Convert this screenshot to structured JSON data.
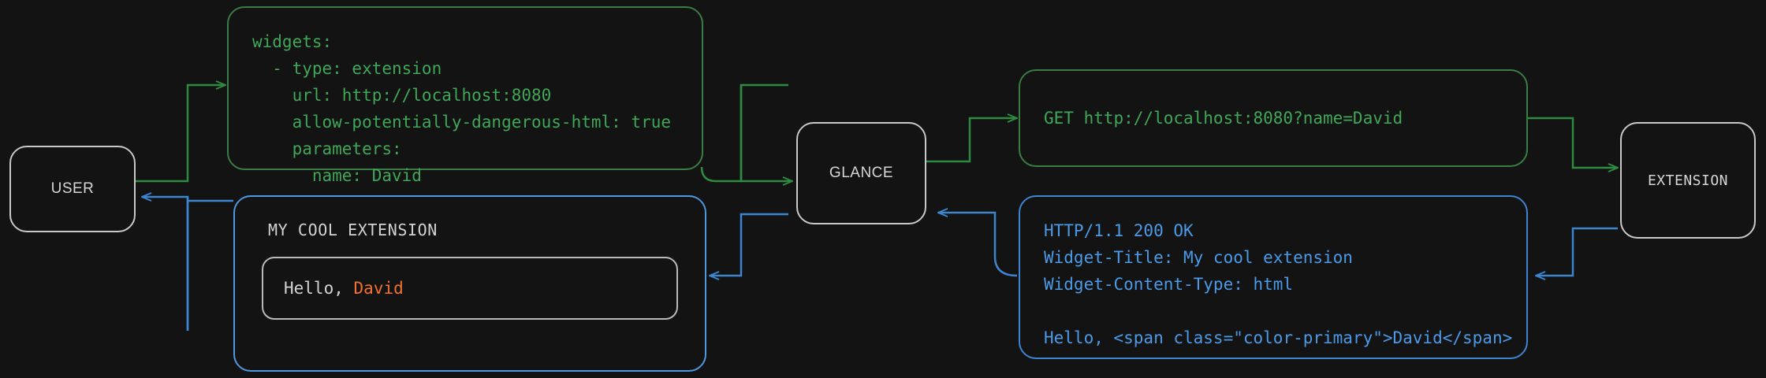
{
  "theme": {
    "background": "#131313",
    "node_border": "#c9c9c9",
    "node_text": "#d6d6d6",
    "green_border": "#3a7d44",
    "green_text": "#3fa758",
    "blue_border": "#3d85d1",
    "blue_text": "#4a9ae8",
    "panel_border": "#4e9ae0",
    "accent_primary": "#f0722c"
  },
  "nodes": {
    "user": {
      "label": "USER"
    },
    "glance": {
      "label": "GLANCE"
    },
    "extension": {
      "label": "EXTENSION"
    }
  },
  "config_block": {
    "text": "widgets:\n  - type: extension\n    url: http://localhost:8080\n    allow-potentially-dangerous-html: true\n    parameters:\n      name: David"
  },
  "request_block": {
    "text": "GET http://localhost:8080?name=David"
  },
  "response_block": {
    "text": "HTTP/1.1 200 OK\nWidget-Title: My cool extension\nWidget-Content-Type: html\n\nHello, <span class=\"color-primary\">David</span>"
  },
  "widget_preview": {
    "title": "MY COOL EXTENSION",
    "greeting_prefix": "Hello, ",
    "greeting_name": "David"
  },
  "edges": [
    {
      "name": "user-to-config",
      "color": "#3a7d44",
      "direction": "right"
    },
    {
      "name": "config-to-glance",
      "color": "#3a7d44",
      "direction": "right"
    },
    {
      "name": "glance-to-request",
      "color": "#3a7d44",
      "direction": "right"
    },
    {
      "name": "request-to-extension",
      "color": "#3a7d44",
      "direction": "right"
    },
    {
      "name": "extension-to-response",
      "color": "#3d85d1",
      "direction": "left"
    },
    {
      "name": "response-to-glance",
      "color": "#3d85d1",
      "direction": "left"
    },
    {
      "name": "glance-to-widget",
      "color": "#3d85d1",
      "direction": "left"
    },
    {
      "name": "widget-to-user",
      "color": "#3d85d1",
      "direction": "left"
    }
  ]
}
